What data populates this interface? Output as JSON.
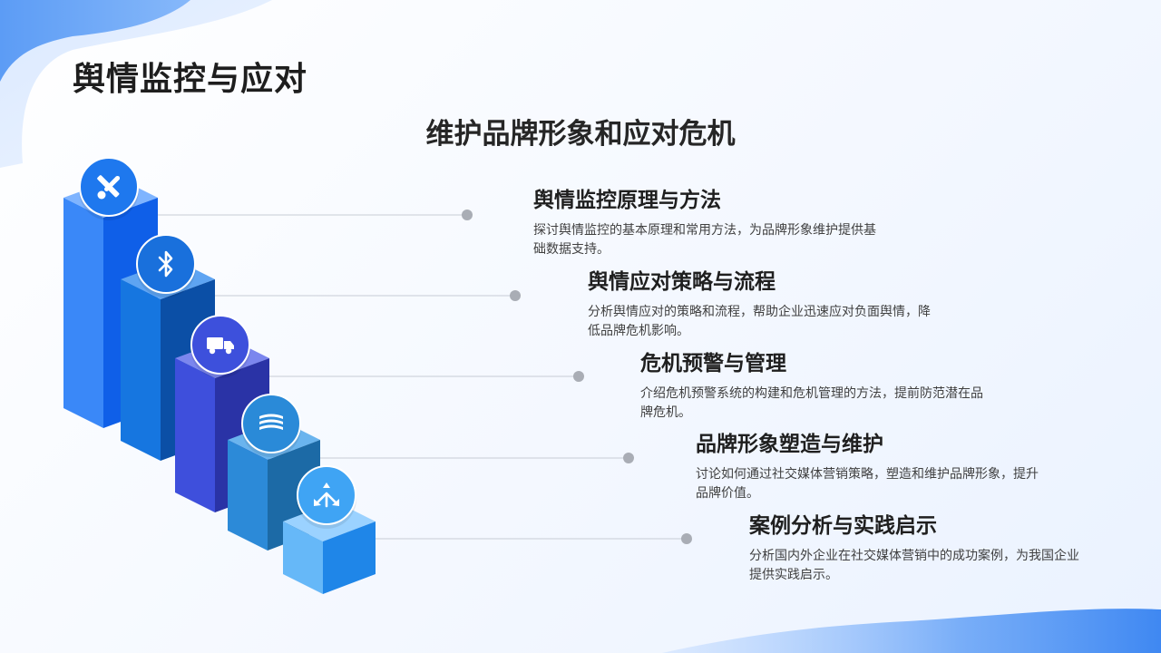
{
  "page_title": "舆情监控与应对",
  "subtitle": "维护品牌形象和应对危机",
  "items": [
    {
      "title": "舆情监控原理与方法",
      "desc": "探讨舆情监控的基本原理和常用方法，为品牌形象维护提供基础数据支持。",
      "icon": "paintbrush-ruler-icon",
      "colors": {
        "front": "#3a88f8",
        "side": "#0f5fe8",
        "top": "#7fb4ff",
        "circle": "#1e78ee"
      }
    },
    {
      "title": "舆情应对策略与流程",
      "desc": "分析舆情应对的策略和流程，帮助企业迅速应对负面舆情，降低品牌危机影响。",
      "icon": "bluetooth-icon",
      "colors": {
        "front": "#1676e0",
        "side": "#0b4fa6",
        "top": "#5ea4f2",
        "circle": "#1970dc"
      }
    },
    {
      "title": "危机预警与管理",
      "desc": "介绍危机预警系统的构建和危机管理的方法，提前防范潜在品牌危机。",
      "icon": "truck-icon",
      "colors": {
        "front": "#3e4fdc",
        "side": "#2a33a6",
        "top": "#7b86ee",
        "circle": "#3d50dc"
      }
    },
    {
      "title": "品牌形象塑造与维护",
      "desc": "讨论如何通过社交媒体营销策略，塑造和维护品牌形象，提升品牌价值。",
      "icon": "layers-icon",
      "colors": {
        "front": "#2c8ad8",
        "side": "#1c6aa6",
        "top": "#6ab4ee",
        "circle": "#2a8ad8"
      }
    },
    {
      "title": "案例分析与实践启示",
      "desc": "分析国内外企业在社交媒体营销中的成功案例，为我国企业提供实践启示。",
      "icon": "split-arrows-icon",
      "colors": {
        "front": "#66b8f8",
        "side": "#1f86e8",
        "top": "#9bd2ff",
        "circle": "#3fa4f4"
      }
    }
  ]
}
